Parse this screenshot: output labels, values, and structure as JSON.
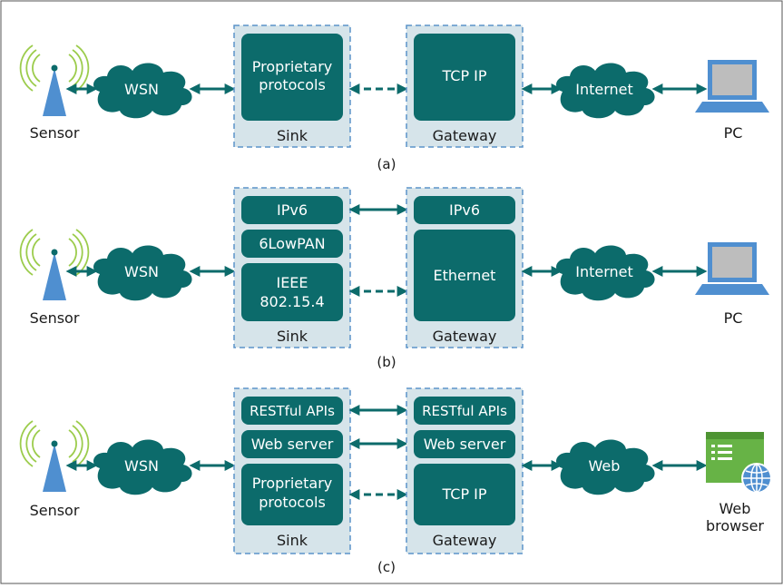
{
  "colors": {
    "teal": "#0c6b6b",
    "container_fill": "#d6e4ea",
    "container_border": "#5b93c9",
    "sensor_blue": "#4f8fd0",
    "signal_green": "#9ccc4c",
    "browser_green": "#67b346"
  },
  "rows": [
    {
      "caption": "(a)",
      "sensor": {
        "label": "Sensor",
        "icon": "sensor-antenna-icon"
      },
      "cloud_left": "WSN",
      "sink": {
        "label": "Sink",
        "blocks": [
          "Proprietary protocols"
        ]
      },
      "gateway": {
        "label": "Gateway",
        "blocks": [
          "TCP IP"
        ]
      },
      "cloud_right": "Internet",
      "end": {
        "label": "PC",
        "icon": "laptop-icon"
      }
    },
    {
      "caption": "(b)",
      "sensor": {
        "label": "Sensor",
        "icon": "sensor-antenna-icon"
      },
      "cloud_left": "WSN",
      "sink": {
        "label": "Sink",
        "blocks": [
          "IPv6",
          "6LowPAN",
          "IEEE 802.15.4"
        ]
      },
      "gateway": {
        "label": "Gateway",
        "blocks": [
          "IPv6",
          "Ethernet"
        ]
      },
      "cloud_right": "Internet",
      "end": {
        "label": "PC",
        "icon": "laptop-icon"
      }
    },
    {
      "caption": "(c)",
      "sensor": {
        "label": "Sensor",
        "icon": "sensor-antenna-icon"
      },
      "cloud_left": "WSN",
      "sink": {
        "label": "Sink",
        "blocks": [
          "RESTful APIs",
          "Web server",
          "Proprietary protocols"
        ]
      },
      "gateway": {
        "label": "Gateway",
        "blocks": [
          "RESTful APIs",
          "Web server",
          "TCP IP"
        ]
      },
      "cloud_right": "Web",
      "end": {
        "label": "Web browser",
        "icon": "web-browser-globe-icon"
      }
    }
  ]
}
